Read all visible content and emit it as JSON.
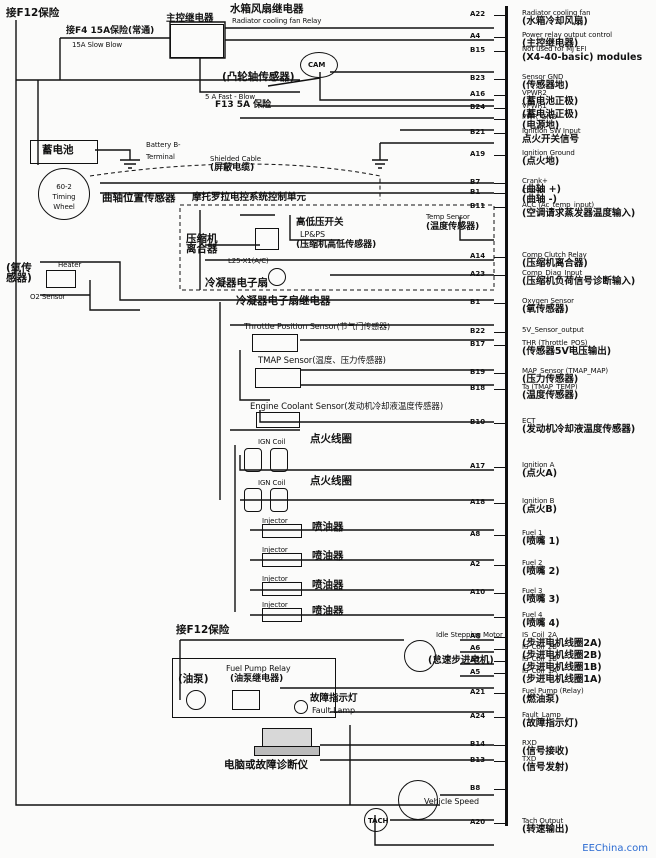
{
  "header": {
    "f12_fuse": "接F12保险",
    "f4_fuse": "接F4 15A保险(常通)",
    "fuse_15a": "15A Slow Blow",
    "main_relay": "主控继电器",
    "fan_relay": "水箱风扇继电器",
    "fan_relay_en": "Radiator cooling fan Relay",
    "cam_sensor": "(凸轮轴传感器)",
    "cam": "CAM",
    "fuse_5a": "5 A Fast - Blow",
    "f13": "F13 5A 保险",
    "battery": "蓄电池",
    "battery_b": "Battery B-",
    "terminal": "Terminal",
    "shielded": "Shielded Cable",
    "shielded_zh": "(屏蔽电缆)",
    "timing_wheel": "60-2 Timing Wheel",
    "crank_sensor": "曲轴位置传感器",
    "ecu": "摩托罗拉电控系统控制单元",
    "ac_cutoff": "高低压开关",
    "lpms": "LP&PS",
    "compressor": "压缩机离合器",
    "high_pressure": "(压缩机高低传感器)",
    "l25": "L25-X1(A/C)",
    "temp_sensor": "Temp Sensor",
    "temp_sensor_zh": "(温度传感器)",
    "condenser_fan": "冷凝器电子扇",
    "condenser_relay": "冷凝器电子扇继电器",
    "heater": "Heater",
    "o2_sensor_zh": "(氧传感器)",
    "o2_sensor": "O2 Sensor",
    "throttle": "Throttle Position Sensor(节气门传感器)",
    "tmap": "TMAP Sensor(温度、压力传感器)",
    "coolant": "Engine Coolant Sensor(发动机冷却液温度传感器)",
    "ign_coil": "点火线圈",
    "ign_coil_en": "IGN Coil",
    "injector": "Injector",
    "injector_zh": "喷油器",
    "f12_fuse_2": "接F12保险",
    "idle_motor": "Idle Stepping Motor",
    "idle_zh": "(怠速步进电机)",
    "fuel_pump_relay": "Fuel Pump Relay",
    "fuel_pump_relay_zh": "(油泵继电器)",
    "fuel_pump": "(油泵)",
    "fault_lamp_zh": "故障指示灯",
    "fault_lamp": "Fault Lamp",
    "pc": "电脑或故障诊断仪",
    "vehicle_speed": "Vehicle Speed",
    "tach": "TACH",
    "watermark": "EEChina.com"
  },
  "pins": [
    {
      "pin": "A22",
      "en": "Radiator cooling fan",
      "zh": "(水箱冷却风扇)"
    },
    {
      "pin": "A4",
      "en": "Power relay output control",
      "zh": "(主控继电器)"
    },
    {
      "pin": "B15",
      "en": "Not used for MJ EFI",
      "zh": "(X4-40-basic) modules"
    },
    {
      "pin": "B23",
      "en": "Sensor GND",
      "zh": "(传感器地)"
    },
    {
      "pin": "A16",
      "en": "VPWR2",
      "zh": "(蓄电池正极)"
    },
    {
      "pin": "B24",
      "en": "VPWR1",
      "zh": "(蓄电池正极)"
    },
    {
      "pin": "",
      "en": "PWR_GND",
      "zh": "(电源地)"
    },
    {
      "pin": "B21",
      "en": "Ignition SW Input",
      "zh": "点火开关信号"
    },
    {
      "pin": "A19",
      "en": "Ignition Ground",
      "zh": "(点火地)"
    },
    {
      "pin": "B7",
      "en": "Crank+",
      "zh": "(曲轴 +)"
    },
    {
      "pin": "B1",
      "en": "Crank-",
      "zh": "(曲轴 -)"
    },
    {
      "pin": "B11",
      "en": "ACC (Ac_temp_input)",
      "zh": "(空调请求蒸发器温度输入)"
    },
    {
      "pin": "A14",
      "en": "Comp Clutch Relay",
      "zh": "(压缩机离合器)"
    },
    {
      "pin": "A23",
      "en": "Comp_Diag_Input",
      "zh": "(压缩机负荷信号诊断输入)"
    },
    {
      "pin": "B1",
      "en": "Oxygen Sensor",
      "zh": "(氧传感器)"
    },
    {
      "pin": "B22",
      "en": "5V_Sensor_output",
      "zh": ""
    },
    {
      "pin": "B17",
      "en": "THR (Throttle_POS)",
      "zh": "(传感器5V电压输出)"
    },
    {
      "pin": "B19",
      "en": "MAP_Sensor (TMAP_MAP)",
      "zh": "(压力传感器)"
    },
    {
      "pin": "B18",
      "en": "Ta (TMAP_TEMP)",
      "zh": "(温度传感器)"
    },
    {
      "pin": "B10",
      "en": "ECT",
      "zh": "(发动机冷却液温度传感器)"
    },
    {
      "pin": "A17",
      "en": "Ignition A",
      "zh": "(点火A)"
    },
    {
      "pin": "A18",
      "en": "Ignition B",
      "zh": "(点火B)"
    },
    {
      "pin": "A8",
      "en": "Fuel 1",
      "zh": "(喷嘴 1)"
    },
    {
      "pin": "A2",
      "en": "Fuel 2",
      "zh": "(喷嘴 2)"
    },
    {
      "pin": "A10",
      "en": "Fuel 3",
      "zh": "(喷嘴 3)"
    },
    {
      "pin": "",
      "en": "Fuel 4",
      "zh": "(喷嘴 4)"
    },
    {
      "pin": "A8",
      "en": "IS_Coil_2A",
      "zh": "(步进电机线圈2A)"
    },
    {
      "pin": "A6",
      "en": "IS_Coil_2B",
      "zh": "(步进电机线圈2B)"
    },
    {
      "pin": "A7",
      "en": "IS_Coil_1B",
      "zh": "(步进电机线圈1B)"
    },
    {
      "pin": "A5",
      "en": "IS_Coil_1A",
      "zh": "(步进电机线圈1A)"
    },
    {
      "pin": "A21",
      "en": "Fuel Pump (Relay)",
      "zh": "(燃油泵)"
    },
    {
      "pin": "A24",
      "en": "Fault_Lamp",
      "zh": "(故障指示灯)"
    },
    {
      "pin": "B14",
      "en": "RXD",
      "zh": "(信号接收)"
    },
    {
      "pin": "B13",
      "en": "TXD",
      "zh": "(信号发射)"
    },
    {
      "pin": "B8",
      "en": "",
      "zh": ""
    },
    {
      "pin": "A20",
      "en": "Tach Output",
      "zh": "(转速输出)"
    }
  ]
}
